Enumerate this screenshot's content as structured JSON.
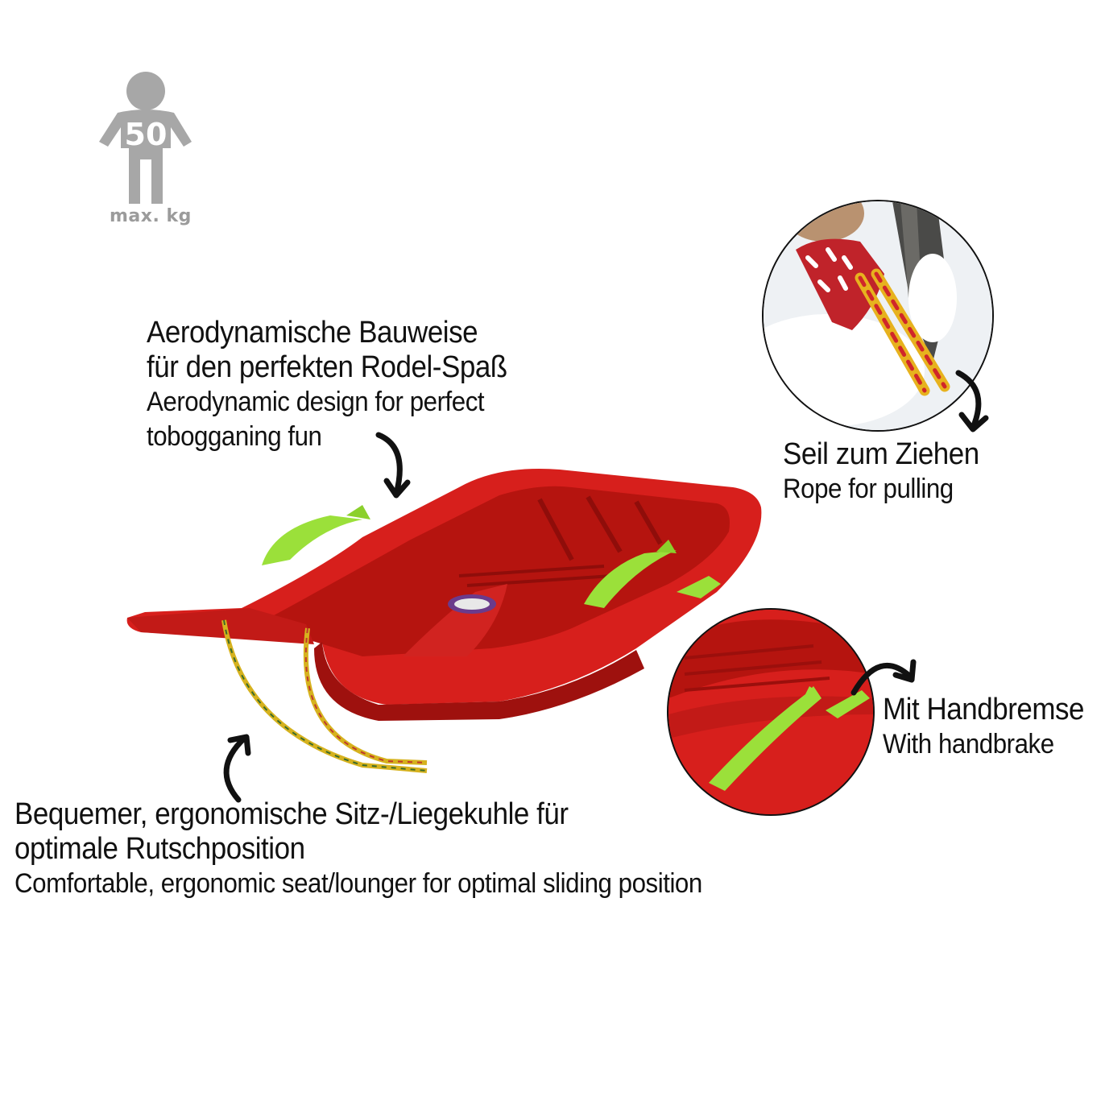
{
  "weight_badge": {
    "value": "50",
    "unit_label": "max. kg",
    "icon": "person-icon",
    "color": "#a7a7a7"
  },
  "callouts": {
    "aerodynamic": {
      "de_line1": "Aerodynamische Bauweise",
      "de_line2": "für den perfekten Rodel-Spaß",
      "en_line1": "Aerodynamic design for perfect",
      "en_line2": "tobogganing fun"
    },
    "rope": {
      "de": "Seil zum Ziehen",
      "en": "Rope for pulling"
    },
    "handbrake": {
      "de": "Mit Handbremse",
      "en": "With handbrake"
    },
    "seat": {
      "de_line1": "Bequemer, ergonomische Sitz-/Liegekuhle für",
      "de_line2": "optimale Rutschposition",
      "en": "Comfortable, ergonomic seat/lounger for optimal sliding position"
    }
  },
  "colors": {
    "sled_red": "#d71f1c",
    "sled_dark_red": "#a8120f",
    "handle_green": "#9be03a",
    "text": "#111111",
    "arrow": "#111111"
  },
  "icons": {
    "arrow_aero": "curved-arrow-icon",
    "arrow_rope": "curved-arrow-icon",
    "arrow_brake": "curved-arrow-icon",
    "arrow_seat": "curved-arrow-icon"
  }
}
